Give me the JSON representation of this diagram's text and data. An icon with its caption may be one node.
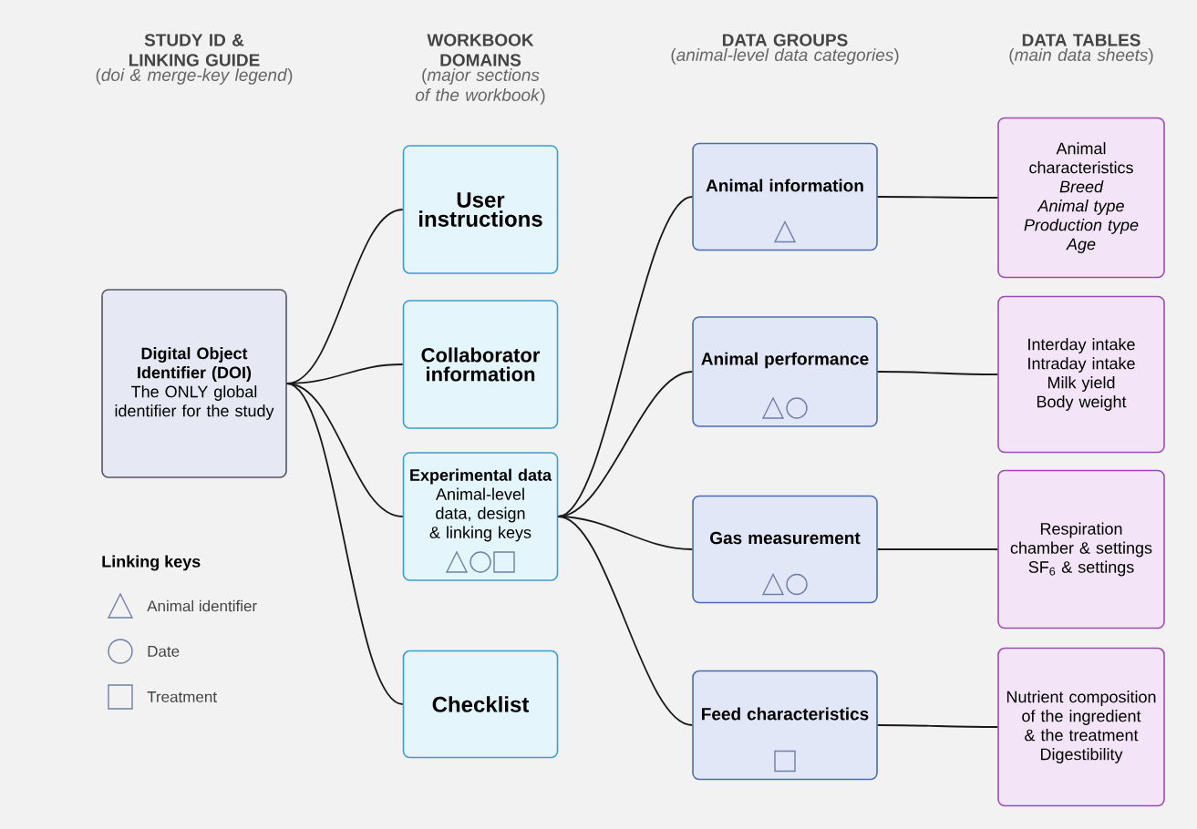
{
  "diagram": {
    "nodes": [
      {
        "text": [
          "Digital Object Identifier (DOI)",
          "The ONLY global identifier for the study"
        ]
      },
      {
        "text": [
          "User instructions"
        ]
      },
      {
        "text": [
          "Collaborator information"
        ]
      },
      {
        "text": [
          "Experimental data",
          "Animal-level data, design & linking keys"
        ]
      },
      {
        "text": [
          "Checklist"
        ]
      },
      {
        "text": [
          "Animal information"
        ]
      },
      {
        "text": [
          "Animal performance"
        ]
      },
      {
        "text": [
          "Gas measurement"
        ]
      },
      {
        "text": [
          "Feed characteristics"
        ]
      },
      {
        "text": [
          "Animal characteristics",
          "Breed",
          "Animal type",
          "Production type",
          "Age"
        ]
      },
      {
        "text": [
          "Interday intake",
          "Intraday intake",
          "Milk yield",
          "Body weight"
        ]
      },
      {
        "text": [
          "Respiration chamber & settings",
          "SF$_{6}$ & settings"
        ]
      },
      {
        "text": [
          "Nutrient composition of the ingredient & the treatment",
          "Digestibility"
        ]
      }
    ],
    "edges": [
      {
        "from": 0,
        "to": 1,
        "arrow": "none"
      },
      {
        "from": 0,
        "to": 2,
        "arrow": "none"
      },
      {
        "from": 0,
        "to": 3,
        "arrow": "none"
      },
      {
        "from": 0,
        "to": 4,
        "arrow": "none"
      },
      {
        "from": 3,
        "to": 5,
        "arrow": "none"
      },
      {
        "from": 3,
        "to": 6,
        "arrow": "none"
      },
      {
        "from": 3,
        "to": 7,
        "arrow": "none"
      },
      {
        "from": 3,
        "to": 8,
        "arrow": "none"
      },
      {
        "from": 5,
        "to": 9,
        "arrow": "none"
      },
      {
        "from": 6,
        "to": 10,
        "arrow": "none"
      },
      {
        "from": 7,
        "to": 11,
        "arrow": "none"
      },
      {
        "from": 8,
        "to": 12,
        "arrow": "none"
      }
    ],
    "labels": [
      "STUDY ID & LINKING GUIDE",
      "(*doi & merge-key legend*)",
      "WORKBOOK DOMAINS",
      "(*major sections of the workbook*)",
      "DATA GROUPS",
      "(*animal-level data categories*)",
      "DATA TABLES",
      "(*main data sheets*)",
      "Linking keys"
    ],
    "legend": [
      {
        "text": "Animal identifier"
      },
      {
        "text": "Date"
      },
      {
        "text": "Treatment"
      }
    ]
  }
}
